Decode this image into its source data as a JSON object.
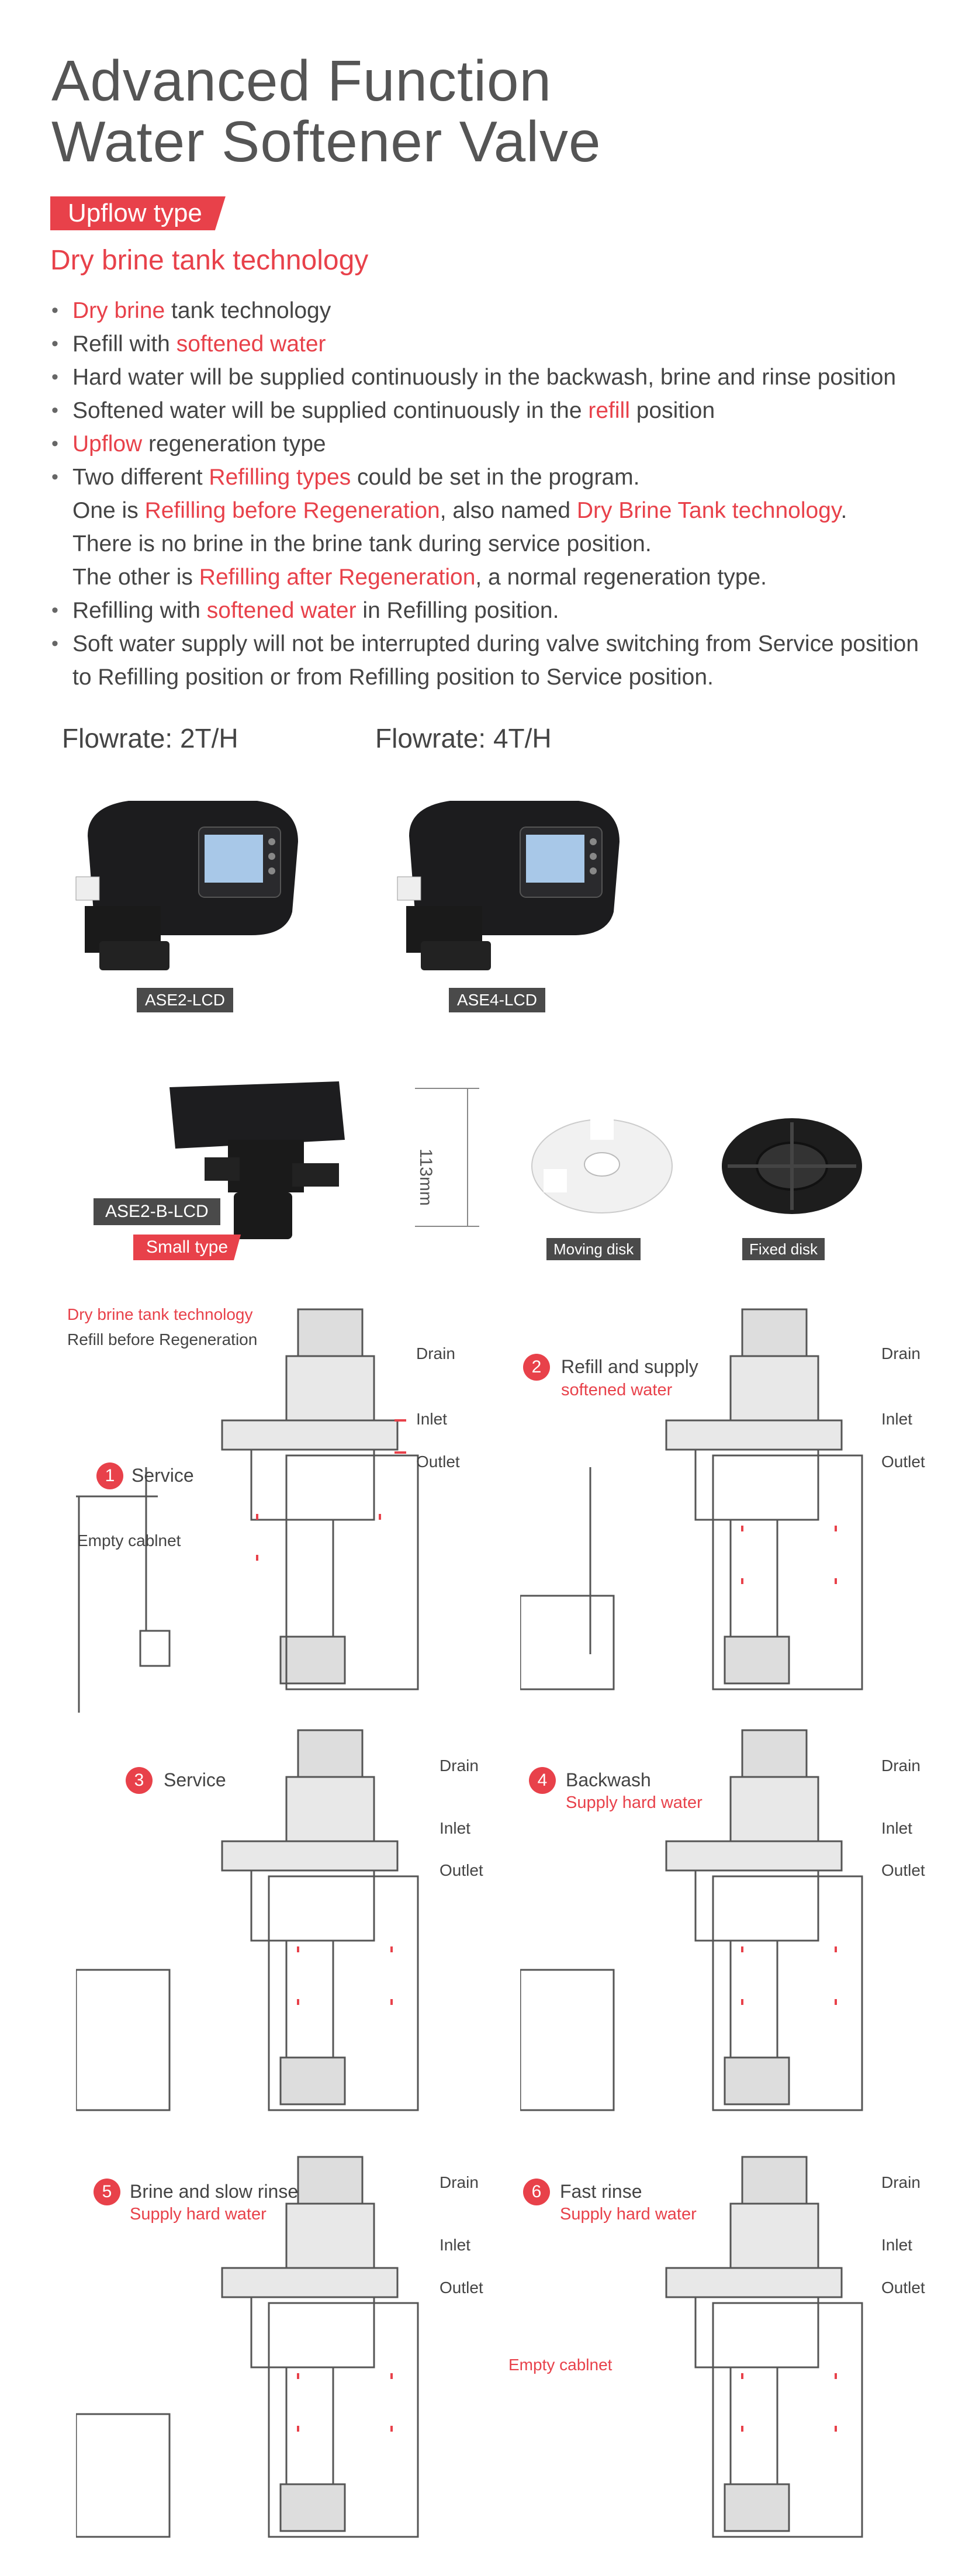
{
  "header": {
    "title_line1": "Advanced Function",
    "title_line2": "Water Softener Valve",
    "tag": "Upflow type",
    "subheading": "Dry brine tank technology"
  },
  "bullets": {
    "b1_red": "Dry brine",
    "b1_rest": " tank technology",
    "b2_pre": "Refill with ",
    "b2_red": "softened water",
    "b3": "Hard water will be supplied continuously in the backwash, brine and rinse position",
    "b4_pre": "Softened water will be supplied continuously in the ",
    "b4_red": "refill",
    "b4_post": " position",
    "b5_red": "Upflow",
    "b5_rest": " regeneration type",
    "b6_pre": "Two different ",
    "b6_red": "Refilling types",
    "b6_post": " could be set in the program.",
    "b6_l2_pre": "One is ",
    "b6_l2_red1": "Refilling before Regeneration",
    "b6_l2_mid": ", also named ",
    "b6_l2_red2": "Dry Brine Tank technology",
    "b6_l2_post": ".",
    "b6_l3": "There is no brine in the brine tank during service position.",
    "b6_l4_pre": "The other is ",
    "b6_l4_red": "Refilling after Regeneration",
    "b6_l4_post": ", a normal regeneration type.",
    "b7_pre": "Refilling with ",
    "b7_red": "softened water",
    "b7_post": " in Refilling position.",
    "b8_l1": "Soft water supply will not be interrupted during valve switching from Service position",
    "b8_l2": "to Refilling position or from Refilling position to Service position."
  },
  "products": {
    "flowrate1": "Flowrate: 2T/H",
    "flowrate2": "Flowrate: 4T/H",
    "model1": "ASE2-LCD",
    "model2": "ASE4-LCD",
    "model3": "ASE2-B-LCD",
    "small_type": "Small type",
    "dimension": "113mm",
    "moving_disk": "Moving disk",
    "fixed_disk": "Fixed disk"
  },
  "diagrams": {
    "intro_red": "Dry brine tank technology",
    "intro_black": "Refill before Regeneration",
    "drain": "Drain",
    "inlet": "Inlet",
    "outlet": "Outlet",
    "empty_cabinet": "Empty cablnet",
    "steps": [
      {
        "num": "1",
        "label": "Service",
        "sub": ""
      },
      {
        "num": "2",
        "label": "Refill and supply",
        "sub": "softened water"
      },
      {
        "num": "3",
        "label": "Service",
        "sub": ""
      },
      {
        "num": "4",
        "label": "Backwash",
        "sub": "Supply hard water"
      },
      {
        "num": "5",
        "label": "Brine and slow rinse",
        "sub": "Supply hard water"
      },
      {
        "num": "6",
        "label": "Fast rinse",
        "sub": "Supply hard water"
      }
    ]
  },
  "colors": {
    "accent": "#e8414a",
    "text": "#444444",
    "title": "#555555"
  }
}
